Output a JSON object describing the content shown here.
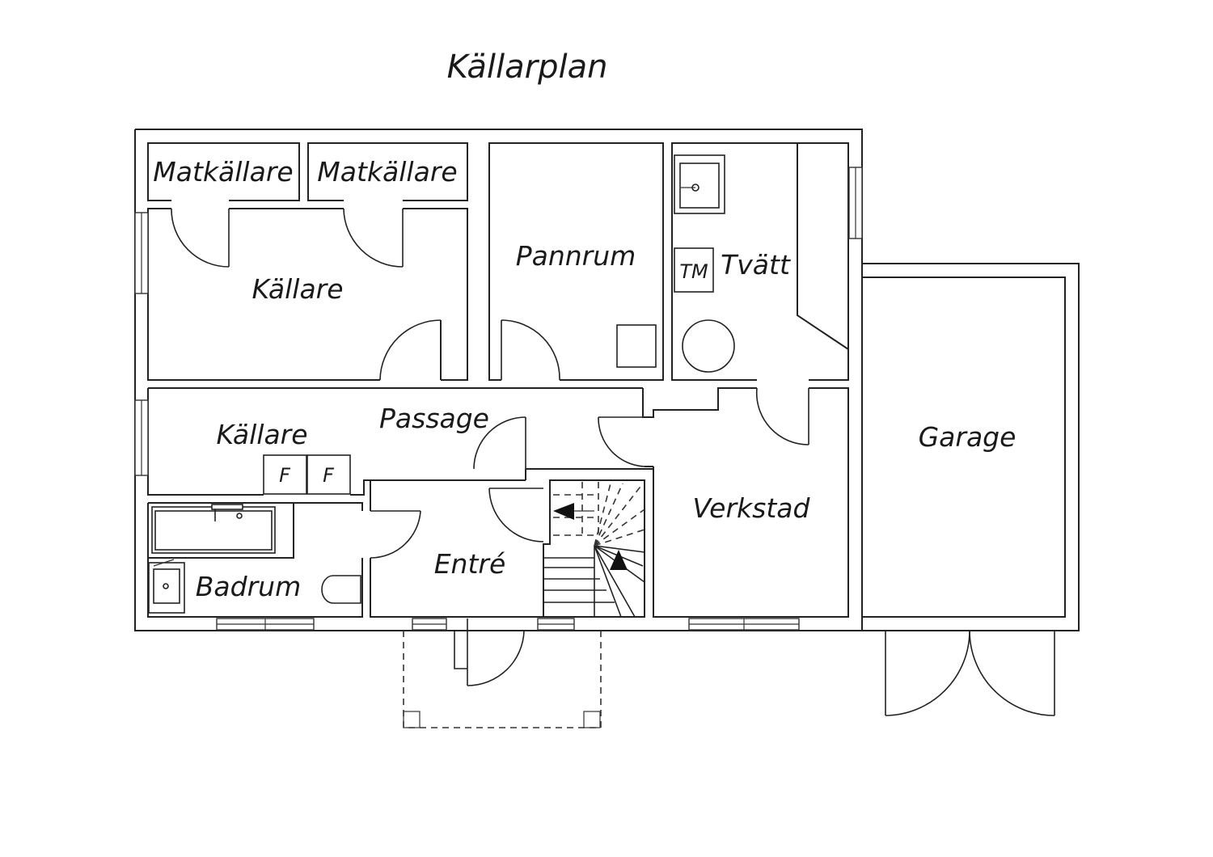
{
  "title": "Källarplan",
  "rooms": {
    "matkallare_1": "Matkällare",
    "matkallare_2": "Matkällare",
    "kallare_1": "Källare",
    "pannrum": "Pannrum",
    "tvatt": "Tvätt",
    "passage": "Passage",
    "kallare_2": "Källare",
    "verkstad": "Verkstad",
    "garage": "Garage",
    "entre": "Entré",
    "badrum": "Badrum"
  },
  "fixtures": {
    "tm": "TM",
    "freezer_1": "F",
    "freezer_2": "F"
  },
  "colors": {
    "line": "#222222",
    "background": "#ffffff"
  }
}
